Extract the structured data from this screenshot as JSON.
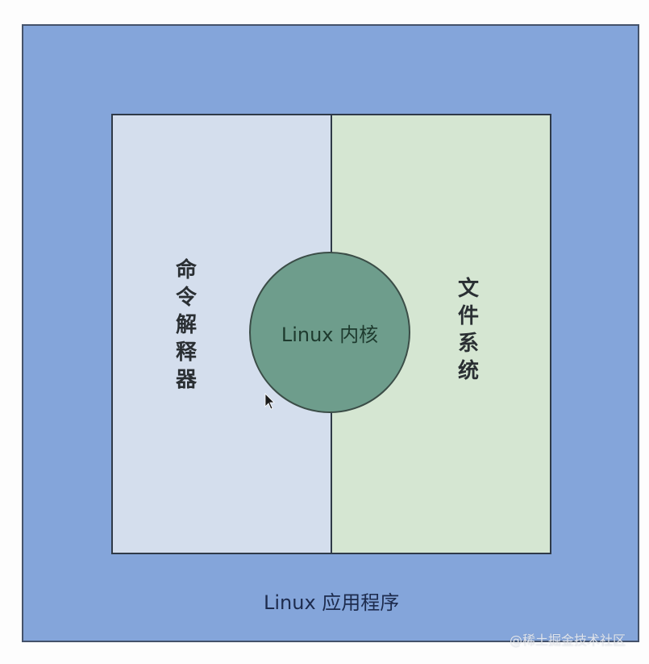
{
  "diagram": {
    "outer": {
      "label": "Linux 应用程序",
      "color": "#84a5da"
    },
    "inner_left": {
      "label_chars": [
        "命",
        "令",
        "解",
        "释",
        "器"
      ],
      "color": "#d4deed"
    },
    "inner_right": {
      "label_chars": [
        "文",
        "件",
        "系",
        "统"
      ],
      "color": "#d5e6d2"
    },
    "core": {
      "label": "Linux 内核",
      "color": "#6e9d8c"
    }
  },
  "watermark": "@稀土掘金技术社区"
}
